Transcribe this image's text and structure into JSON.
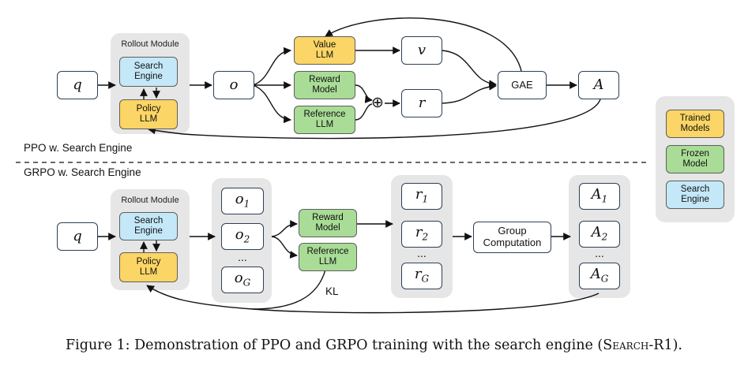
{
  "ppo": {
    "label": "PPO w. Search Engine",
    "rollout_title": "Rollout Module",
    "search_engine": "Search\nEngine",
    "policy_llm": "Policy\nLLM",
    "q": "q",
    "o": "o",
    "value_llm": "Value\nLLM",
    "reward_model": "Reward\nModel",
    "reference_llm": "Reference\nLLM",
    "v": "v",
    "r": "r",
    "gae": "GAE",
    "A": "A",
    "oplus": "⊕"
  },
  "grpo": {
    "label": "GRPO w. Search Engine",
    "rollout_title": "Rollout Module",
    "search_engine": "Search\nEngine",
    "policy_llm": "Policy\nLLM",
    "q": "q",
    "outputs": [
      "o1",
      "o2",
      "oG"
    ],
    "reward_model": "Reward\nModel",
    "reference_llm": "Reference\nLLM",
    "rewards": [
      "r1",
      "r2",
      "rG"
    ],
    "group_computation": "Group\nComputation",
    "advantages": [
      "A1",
      "A2",
      "AG"
    ],
    "kl": "KL",
    "ellipsis": "..."
  },
  "legend": {
    "trained": "Trained\nModels",
    "frozen": "Frozen\nModel",
    "search": "Search\nEngine"
  },
  "caption": {
    "prefix": "Figure 1: Demonstration of PPO and GRPO training with the search engine (",
    "name": "Search",
    "suffix": "-R1)."
  },
  "colors": {
    "trained": "#fbd565",
    "frozen": "#a9dc96",
    "search": "#c4e8f8",
    "group_bg": "#e6e6e6",
    "box_border": "#2e3f55"
  }
}
